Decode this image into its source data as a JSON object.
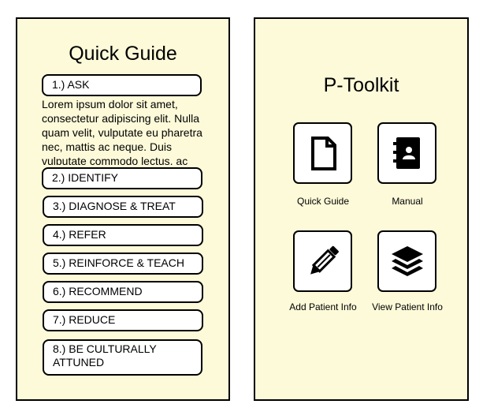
{
  "quick_guide": {
    "title": "Quick Guide",
    "steps": [
      {
        "label": "1.) ASK"
      },
      {
        "label": "2.) IDENTIFY"
      },
      {
        "label": "3.) DIAGNOSE & TREAT"
      },
      {
        "label": "4.) REFER"
      },
      {
        "label": "5.) REINFORCE & TEACH"
      },
      {
        "label": "6.) RECOMMEND"
      },
      {
        "label": "7.) REDUCE"
      },
      {
        "label": "8.) BE CULTURALLY ATTUNED"
      }
    ],
    "step1_text": "Lorem ipsum dolor sit amet, consectetur adipiscing elit. Nulla quam velit, vulputate eu pharetra nec, mattis ac neque. Duis vulputate commodo lectus, ac"
  },
  "toolkit": {
    "title": "P-Toolkit",
    "tiles": [
      {
        "label": "Quick Guide",
        "icon": "document-icon"
      },
      {
        "label": "Manual",
        "icon": "contact-book-icon"
      },
      {
        "label": "Add Patient Info",
        "icon": "pencil-icon"
      },
      {
        "label": "View Patient Info",
        "icon": "layers-icon"
      }
    ]
  },
  "colors": {
    "panel_background": "#fdfad9",
    "border": "#000000",
    "button_background": "#ffffff"
  }
}
